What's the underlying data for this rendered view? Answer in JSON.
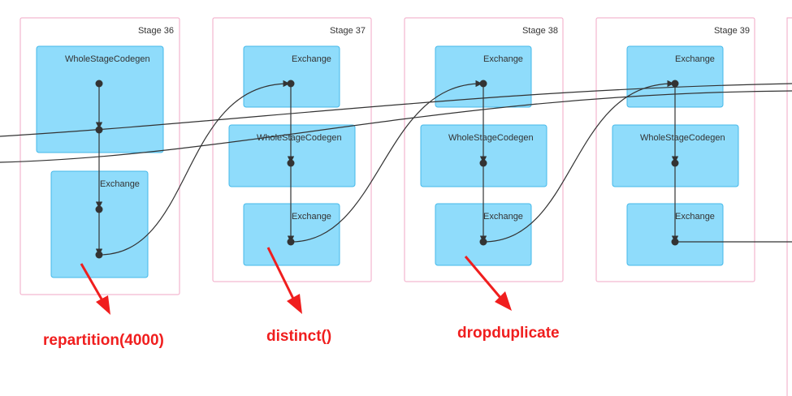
{
  "stages": [
    {
      "id": "36",
      "label": "Stage 36",
      "nodes": [
        "WholeStageCodegen",
        "Exchange"
      ]
    },
    {
      "id": "37",
      "label": "Stage 37",
      "nodes": [
        "Exchange",
        "WholeStageCodegen",
        "Exchange"
      ]
    },
    {
      "id": "38",
      "label": "Stage 38",
      "nodes": [
        "Exchange",
        "WholeStageCodegen",
        "Exchange"
      ]
    },
    {
      "id": "39",
      "label": "Stage 39",
      "nodes": [
        "Exchange",
        "WholeStageCodegen",
        "Exchange"
      ]
    }
  ],
  "annotations": [
    {
      "id": "repartition",
      "text": "repartition(4000)"
    },
    {
      "id": "distinct",
      "text": "distinct()"
    },
    {
      "id": "dropduplicate",
      "text": "dropduplicate"
    }
  ],
  "colors": {
    "stage_border": "#f2a7c6",
    "node_fill": "#8fdcfb",
    "node_border": "#45b9ea",
    "edge": "#333333",
    "annotation": "#f01e1e"
  }
}
